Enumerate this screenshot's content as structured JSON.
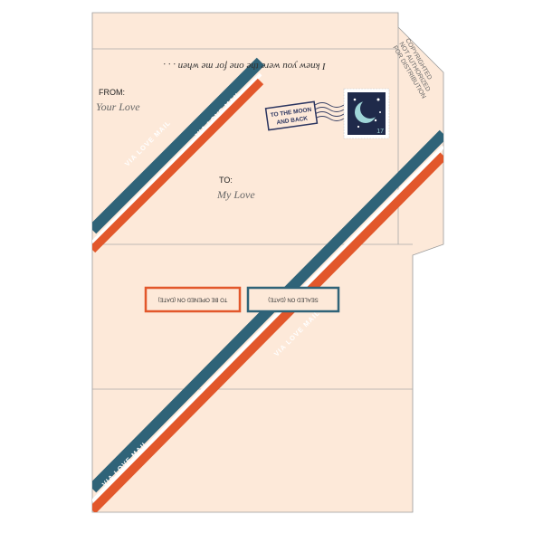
{
  "colors": {
    "paper": "#fde9d9",
    "outline": "#9a9a9a",
    "blue": "#2f6378",
    "orange": "#e2572b",
    "navy": "#1f2a4a",
    "stamp_text": "#2b3560"
  },
  "flap_text": "I knew you were the one for me when . . .",
  "copyright_lines": [
    "COPYRIGHTED",
    "NOT AUTHORIZED",
    "FOR DISTRIBUTION"
  ],
  "from": {
    "label": "FROM:",
    "value": "Your Love"
  },
  "to": {
    "label": "TO:",
    "value": "My Love"
  },
  "stripe_label": "VIA LOVE MAIL",
  "postmark": {
    "line1": "TO THE MOON",
    "line2": "AND BACK"
  },
  "stamp": {
    "value": "17",
    "icon": "moon-and-stars-icon"
  },
  "boxes": {
    "open_label": "TO BE OPENED ON (DATE)",
    "sealed_label": "SEALED ON (DATE)"
  }
}
